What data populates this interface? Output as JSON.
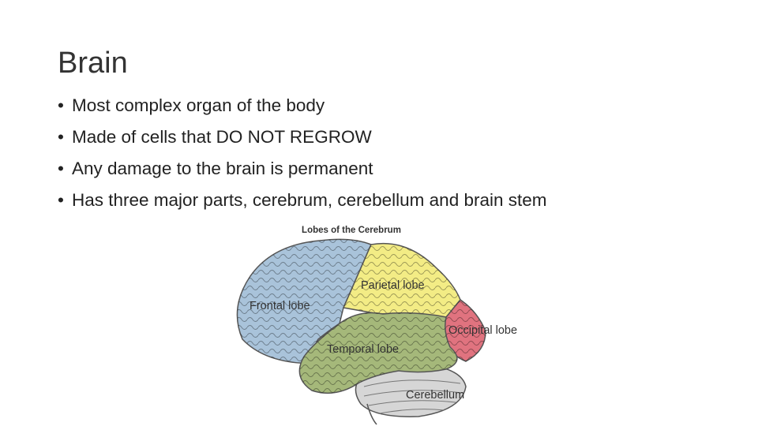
{
  "slide": {
    "title": "Brain",
    "bullets": [
      "Most complex organ of the body",
      "Made of cells that DO NOT REGROW",
      "Any damage to the brain is permanent",
      "Has three major parts, cerebrum, cerebellum and brain stem"
    ]
  },
  "figure": {
    "title": "Lobes of the Cerebrum",
    "labels": {
      "frontal": "Frontal lobe",
      "parietal": "Parietal lobe",
      "occipital": "Occipital lobe",
      "temporal": "Temporal lobe",
      "cerebellum": "Cerebellum"
    },
    "colors": {
      "frontal": "#a9c3da",
      "parietal": "#f3ec85",
      "occipital": "#e0737f",
      "temporal": "#a5b87a",
      "cerebellum": "#d6d6d6"
    }
  }
}
